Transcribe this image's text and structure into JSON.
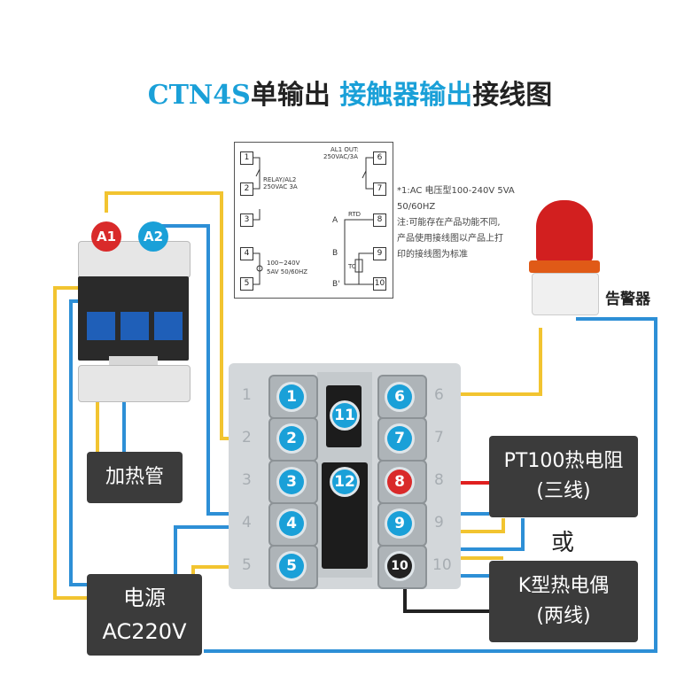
{
  "title": {
    "part1": "CTN4S",
    "part2": "单输出 ",
    "part3": "接触器输出",
    "part4": "接线图"
  },
  "schematic": {
    "al1_out": "AL1 OUT:",
    "al1_rating": "250VAC/3A",
    "relay": "RELAY/AL2",
    "relay_rating": "250VAC 3A",
    "power_range": "100~240V",
    "power_spec": "5AV  50/60HZ",
    "rtd": "RTD",
    "tc": "TC",
    "label_a": "A",
    "label_b": "B",
    "label_b2": "B'",
    "pins_left": [
      "1",
      "2",
      "3",
      "4",
      "5"
    ],
    "pins_right": [
      "6",
      "7",
      "8",
      "9",
      "10"
    ]
  },
  "note": {
    "line1": "*1:AC 电压型100-240V 5VA",
    "line2": "50/60HZ",
    "line3": "注:可能存在产品功能不同,",
    "line4": "产品使用接线图以产品上打",
    "line5": "印的接线图为标准"
  },
  "contactor": {
    "a1": "A1",
    "a2": "A2"
  },
  "labels": {
    "heater": "加热管",
    "power_line1": "电源",
    "power_line2": "AC220V",
    "pt100_line1": "PT100热电阻",
    "pt100_line2": "(三线)",
    "or": "或",
    "k_line1": "K型热电偶",
    "k_line2": "(两线)",
    "alarm": "告警器"
  },
  "terminals": [
    "1",
    "2",
    "3",
    "4",
    "5",
    "6",
    "7",
    "8",
    "9",
    "10",
    "11",
    "12"
  ],
  "grey_numbers": [
    "1",
    "2",
    "3",
    "4",
    "5",
    "6",
    "7",
    "8",
    "9",
    "10"
  ],
  "colors": {
    "accent": "#1aa0d8",
    "wire_yellow": "#f2c430",
    "wire_blue": "#2d8fd6",
    "wire_red": "#e02020",
    "wire_black": "#222222",
    "box_dark": "#3b3b3b"
  }
}
